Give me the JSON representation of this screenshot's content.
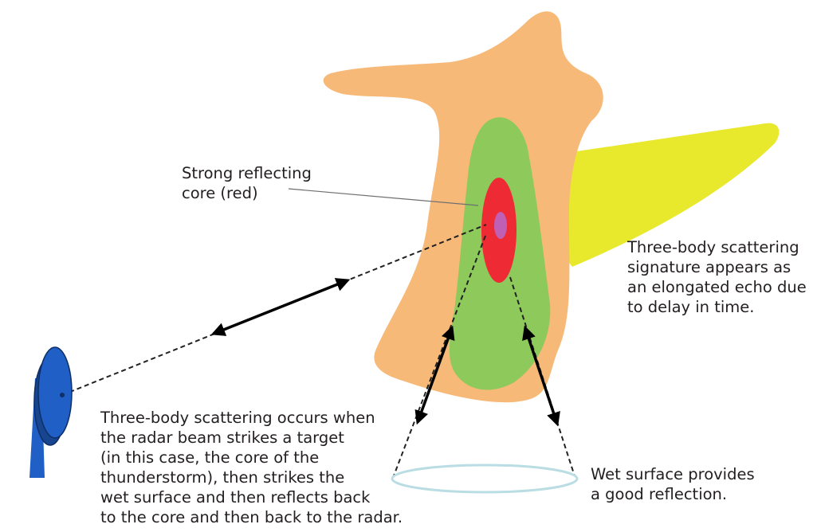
{
  "colors": {
    "anvil": "#f7b978",
    "green_echo": "#8ec95b",
    "red_core": "#ee2a34",
    "purple_center": "#c060b4",
    "tbss_echo": "#e8e82c",
    "radar": "#1f5fc6",
    "wet_surface": "#b9dde3",
    "text": "#231f20"
  },
  "icons": {
    "radar": "radar-dish-icon",
    "wet_surface": "wet-surface-ellipse"
  },
  "labels": {
    "core": [
      "Strong reflecting",
      "core (red)"
    ],
    "tbss": [
      "Three-body scattering",
      "signature appears as",
      "an elongated echo due",
      "to delay in time."
    ],
    "wet": [
      "Wet surface provides",
      "a good reflection."
    ],
    "main": [
      "Three-body scattering occurs when",
      "the radar beam strikes a target",
      "(in this case, the core of the",
      "thunderstorm), then strikes the",
      "wet surface and then reflects back",
      "to the core and then back to the radar."
    ]
  }
}
